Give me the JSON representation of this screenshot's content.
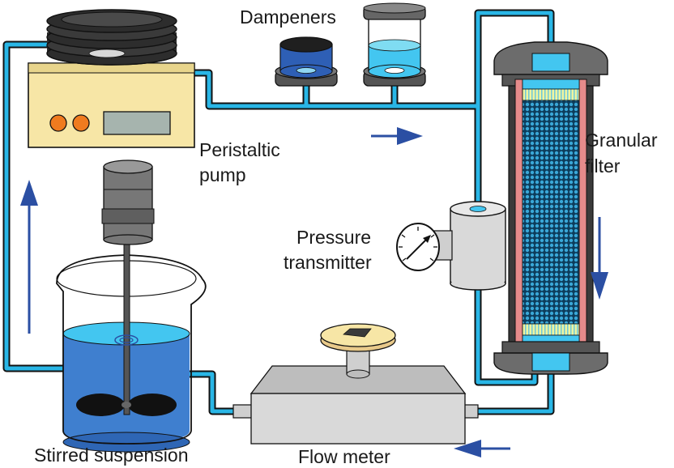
{
  "labels": {
    "dampeners": "Dampeners",
    "peristaltic_line1": "Peristaltic",
    "peristaltic_line2": "pump",
    "granular_line1": "Granular",
    "granular_line2": "filter",
    "pressure_line1": "Pressure",
    "pressure_line2": "transmitter",
    "stirred": "Stirred suspension",
    "flow_meter": "Flow meter"
  },
  "colors": {
    "tube": "#29b6e6",
    "tube_outline": "#111111",
    "arrow": "#2b4fa3",
    "pump_body": "#f7e6a6",
    "pump_knob": "#f07b1f",
    "water": "#3f7fcf",
    "water_surface": "#43c6f0",
    "filter_media": "#3aa8d8"
  },
  "icons": [
    "pressure-gauge-icon",
    "flow-arrow-icon"
  ]
}
